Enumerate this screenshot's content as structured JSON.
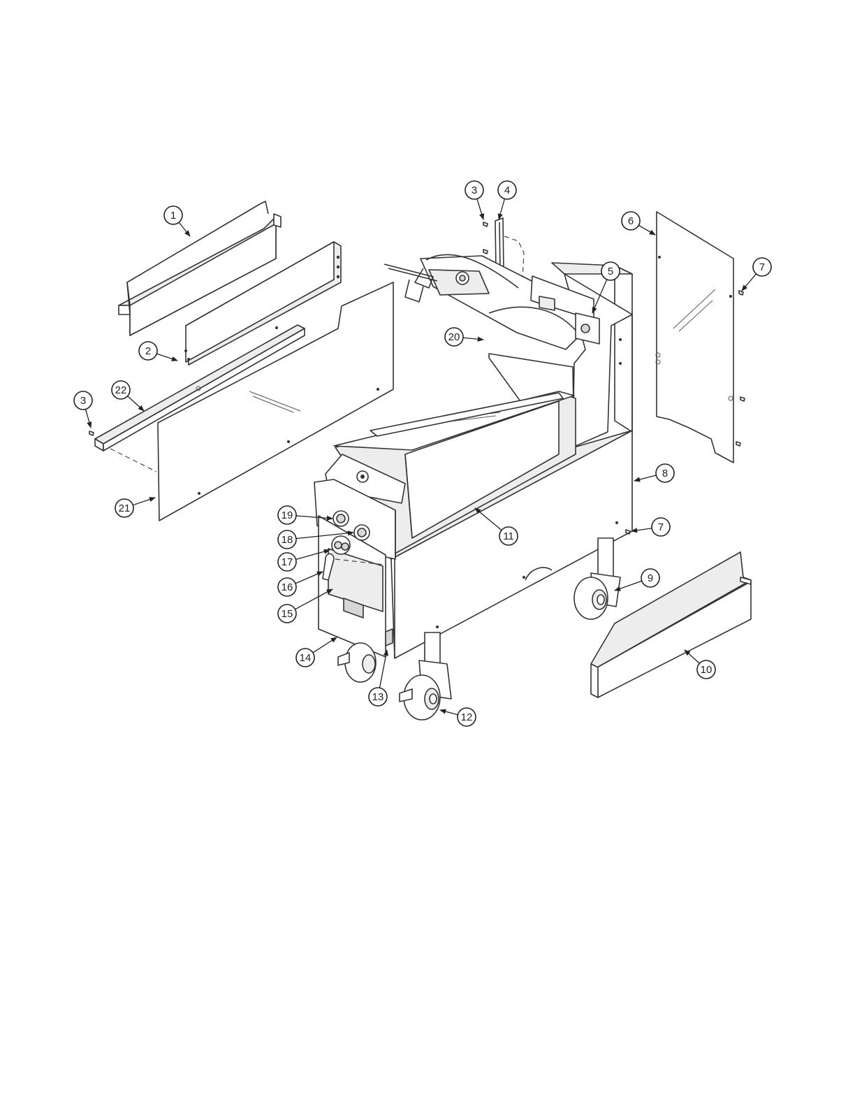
{
  "diagram": {
    "callouts": [
      {
        "label": "1"
      },
      {
        "label": "2"
      },
      {
        "label": "3"
      },
      {
        "label": "3"
      },
      {
        "label": "4"
      },
      {
        "label": "5"
      },
      {
        "label": "6"
      },
      {
        "label": "7"
      },
      {
        "label": "7"
      },
      {
        "label": "8"
      },
      {
        "label": "9"
      },
      {
        "label": "10"
      },
      {
        "label": "11"
      },
      {
        "label": "12"
      },
      {
        "label": "13"
      },
      {
        "label": "14"
      },
      {
        "label": "15"
      },
      {
        "label": "16"
      },
      {
        "label": "17"
      },
      {
        "label": "18"
      },
      {
        "label": "19"
      },
      {
        "label": "20"
      },
      {
        "label": "21"
      },
      {
        "label": "22"
      }
    ]
  }
}
